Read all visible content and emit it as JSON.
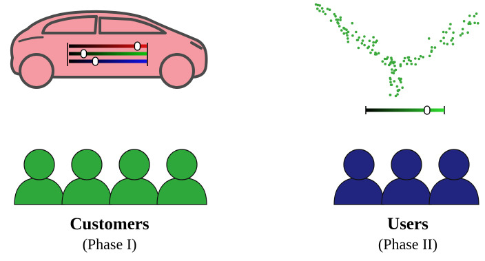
{
  "groups": {
    "customers": {
      "title": "Customers",
      "phase": "(Phase I)",
      "count": 4,
      "color": "#2ea83a"
    },
    "users": {
      "title": "Users",
      "phase": "(Phase II)",
      "count": 3,
      "color": "#222580"
    }
  },
  "car": {
    "body_color": "#f59aa3",
    "outline_color": "#4a4a4a",
    "sliders": [
      {
        "name": "red",
        "color": "#e01010",
        "value": 0.88
      },
      {
        "name": "green",
        "color": "#10c010",
        "value": 0.19
      },
      {
        "name": "blue",
        "color": "#1010e0",
        "value": 0.34
      }
    ]
  },
  "embedding": {
    "point_color": "#3aa83a",
    "slider": {
      "color": "#30e030",
      "value": 0.78
    }
  }
}
